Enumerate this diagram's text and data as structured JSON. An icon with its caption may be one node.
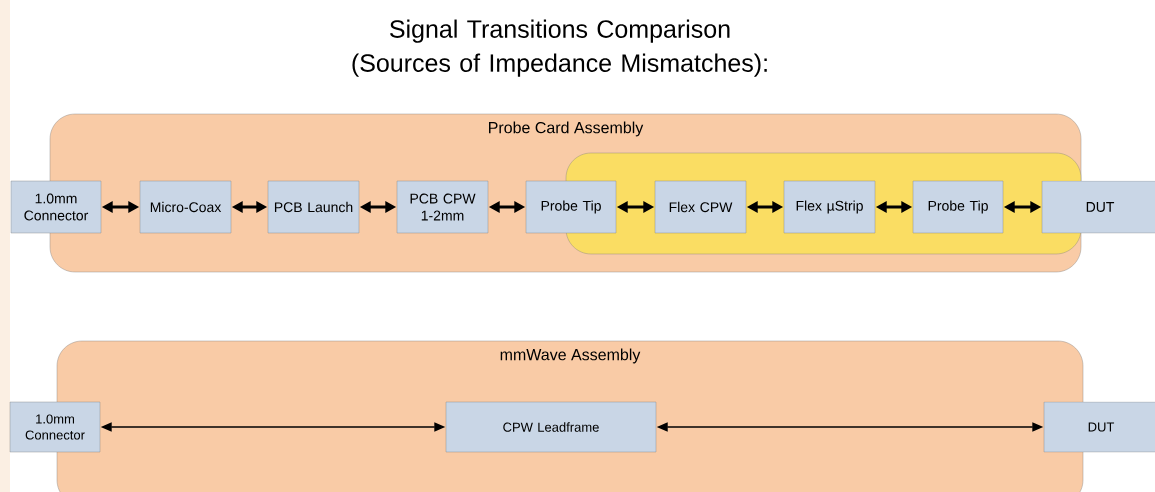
{
  "diagram": {
    "title": "Signal Transitions Comparison (Sources of Impedance Mismatches):",
    "nodes": [
      {
        "text": [
          "Probe Card Assembly"
        ]
      },
      {
        "text": [],
        "shape": "box",
        "in": 0
      },
      {
        "text": [
          "1.0mm Connector"
        ]
      },
      {
        "text": [
          "Micro-Coax"
        ],
        "in": 0
      },
      {
        "text": [
          "PCB Launch"
        ],
        "in": 0
      },
      {
        "text": [
          "PCB CPW 1-2mm"
        ],
        "in": 0
      },
      {
        "text": [
          "Probe Tip"
        ],
        "in": 0
      },
      {
        "text": [
          "Flex CPW"
        ],
        "in": 1
      },
      {
        "text": [
          "Flex µStrip"
        ],
        "in": 1
      },
      {
        "text": [
          "Probe Tip"
        ],
        "in": 1
      },
      {
        "text": [
          "DUT"
        ]
      },
      {
        "text": [
          "mmWave Assembly"
        ]
      },
      {
        "text": [
          "1.0mm Connector"
        ]
      },
      {
        "text": [
          "CPW Leadframe"
        ],
        "in": 11
      },
      {
        "text": [
          "DUT"
        ]
      }
    ],
    "edges": [
      {
        "from": 2,
        "to": 3,
        "arrow": "both"
      },
      {
        "from": 3,
        "to": 4,
        "arrow": "both"
      },
      {
        "from": 4,
        "to": 5,
        "arrow": "both"
      },
      {
        "from": 5,
        "to": 6,
        "arrow": "both"
      },
      {
        "from": 6,
        "to": 7,
        "arrow": "both"
      },
      {
        "from": 7,
        "to": 8,
        "arrow": "both"
      },
      {
        "from": 8,
        "to": 9,
        "arrow": "both"
      },
      {
        "from": 9,
        "to": 10,
        "arrow": "both"
      },
      {
        "from": 12,
        "to": 13,
        "arrow": "both"
      },
      {
        "from": 13,
        "to": 14,
        "arrow": "both"
      }
    ]
  }
}
